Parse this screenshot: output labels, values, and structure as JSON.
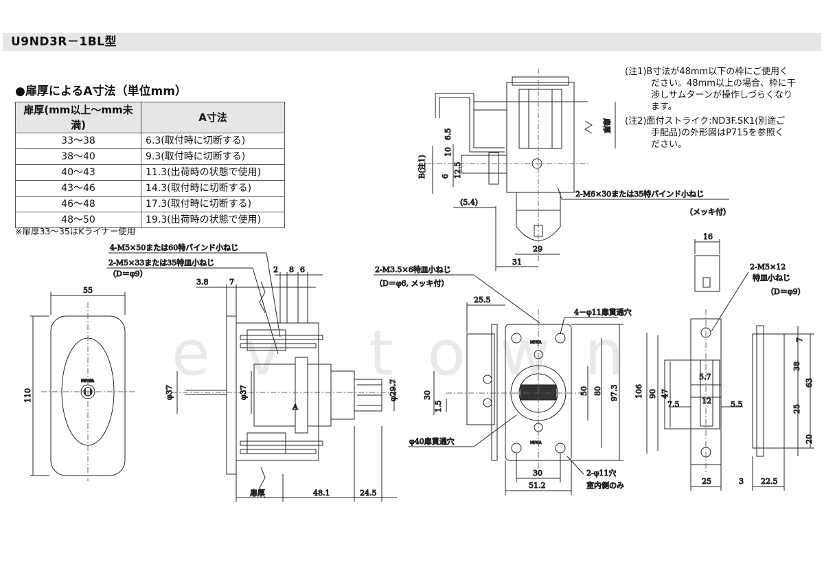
{
  "title": "U9ND3R－1BL型",
  "section_heading": "●扉厚によるA寸法（単位mm）",
  "table": {
    "headers": [
      "扉厚(mm以上～mm未満)",
      "A寸法"
    ],
    "rows": [
      [
        "33～38",
        "6.3(取付時に切断する)"
      ],
      [
        "38～40",
        "9.3(取付時に切断する)"
      ],
      [
        "40～43",
        "11.3(出荷時の状態で使用)"
      ],
      [
        "43～46",
        "14.3(取付時に切断する)"
      ],
      [
        "46～48",
        "17.3(取付時に切断する)"
      ],
      [
        "48～50",
        "19.3(出荷時の状態で使用)"
      ]
    ]
  },
  "table_note": "※扉厚33～35はKライナー使用",
  "notes": {
    "note1_lines": [
      "(注1)B寸法が48mm以下の枠にご使用く",
      "ださい。48mm以上の場合、枠に干",
      "渉しサムターンが操作しづらくなり",
      "ます。"
    ],
    "note2_lines": [
      "(注2)面付ストライク:ND3F.SK1(別途ご",
      "手配品)の外形図はP715を参照く",
      "ださい。"
    ]
  },
  "callouts": {
    "screw_m6": "2-M6×30または35特バインド小ねじ",
    "screw_m6_sub": "（メッキ付）",
    "screw_m5x50": "4-M5×50または60特バインド小ねじ",
    "screw_m5x33": "2-M5×33または35特皿小ねじ",
    "d9": "（D＝φ9）",
    "screw_m35": "2-M3.5×6特皿小ねじ",
    "screw_m35_sub": "（D＝φ6, メッキ付）",
    "hole_4phi11": "4－φ11扉貫通穴",
    "hole_phi40": "φ40扉貫通穴",
    "hole_2phi11": "2-φ11穴",
    "hole_2phi11_sub": "室内側のみ",
    "strike_screw": "2-M5×12",
    "strike_screw_2": "特皿小ねじ",
    "strike_d9": "（D＝φ9）",
    "tobiratsu": "扉厚",
    "b_note": "B(注1)",
    "brand": "MIWA",
    "a_mark": "A",
    "watermark": "ev town"
  },
  "dims": {
    "front_width": "55",
    "front_height": "110",
    "side_d37a": "φ37",
    "side_d37b": "φ37",
    "side_d29": "φ29.7",
    "side_38": "3.8",
    "side_7": "7",
    "side_2": "2",
    "side_8": "8",
    "side_6": "6",
    "side_481": "48.1",
    "side_245": "24.5",
    "top_65": "6.5",
    "top_10": "10",
    "top_6": "6",
    "top_125": "12.5",
    "top_54": "(5.4)",
    "top_29": "29",
    "top_31": "31",
    "plate_255": "25.5",
    "plate_30v": "30",
    "plate_15": "1.5",
    "plate_50": "50",
    "plate_80": "80",
    "plate_973": "97.3",
    "plate_30h": "30",
    "plate_512": "51.2",
    "strike_16": "16",
    "strike_106": "106",
    "strike_90": "90",
    "strike_47": "47",
    "strike_57": "5.7",
    "strike_75": "7.5",
    "strike_12": "12",
    "strike_55": "5.5",
    "strike_25": "25",
    "strike_3": "3",
    "strike_225": "22.5",
    "strike_7": "7",
    "strike_38": "38",
    "strike_63": "63",
    "strike_25v": "25",
    "strike_20": "20"
  }
}
